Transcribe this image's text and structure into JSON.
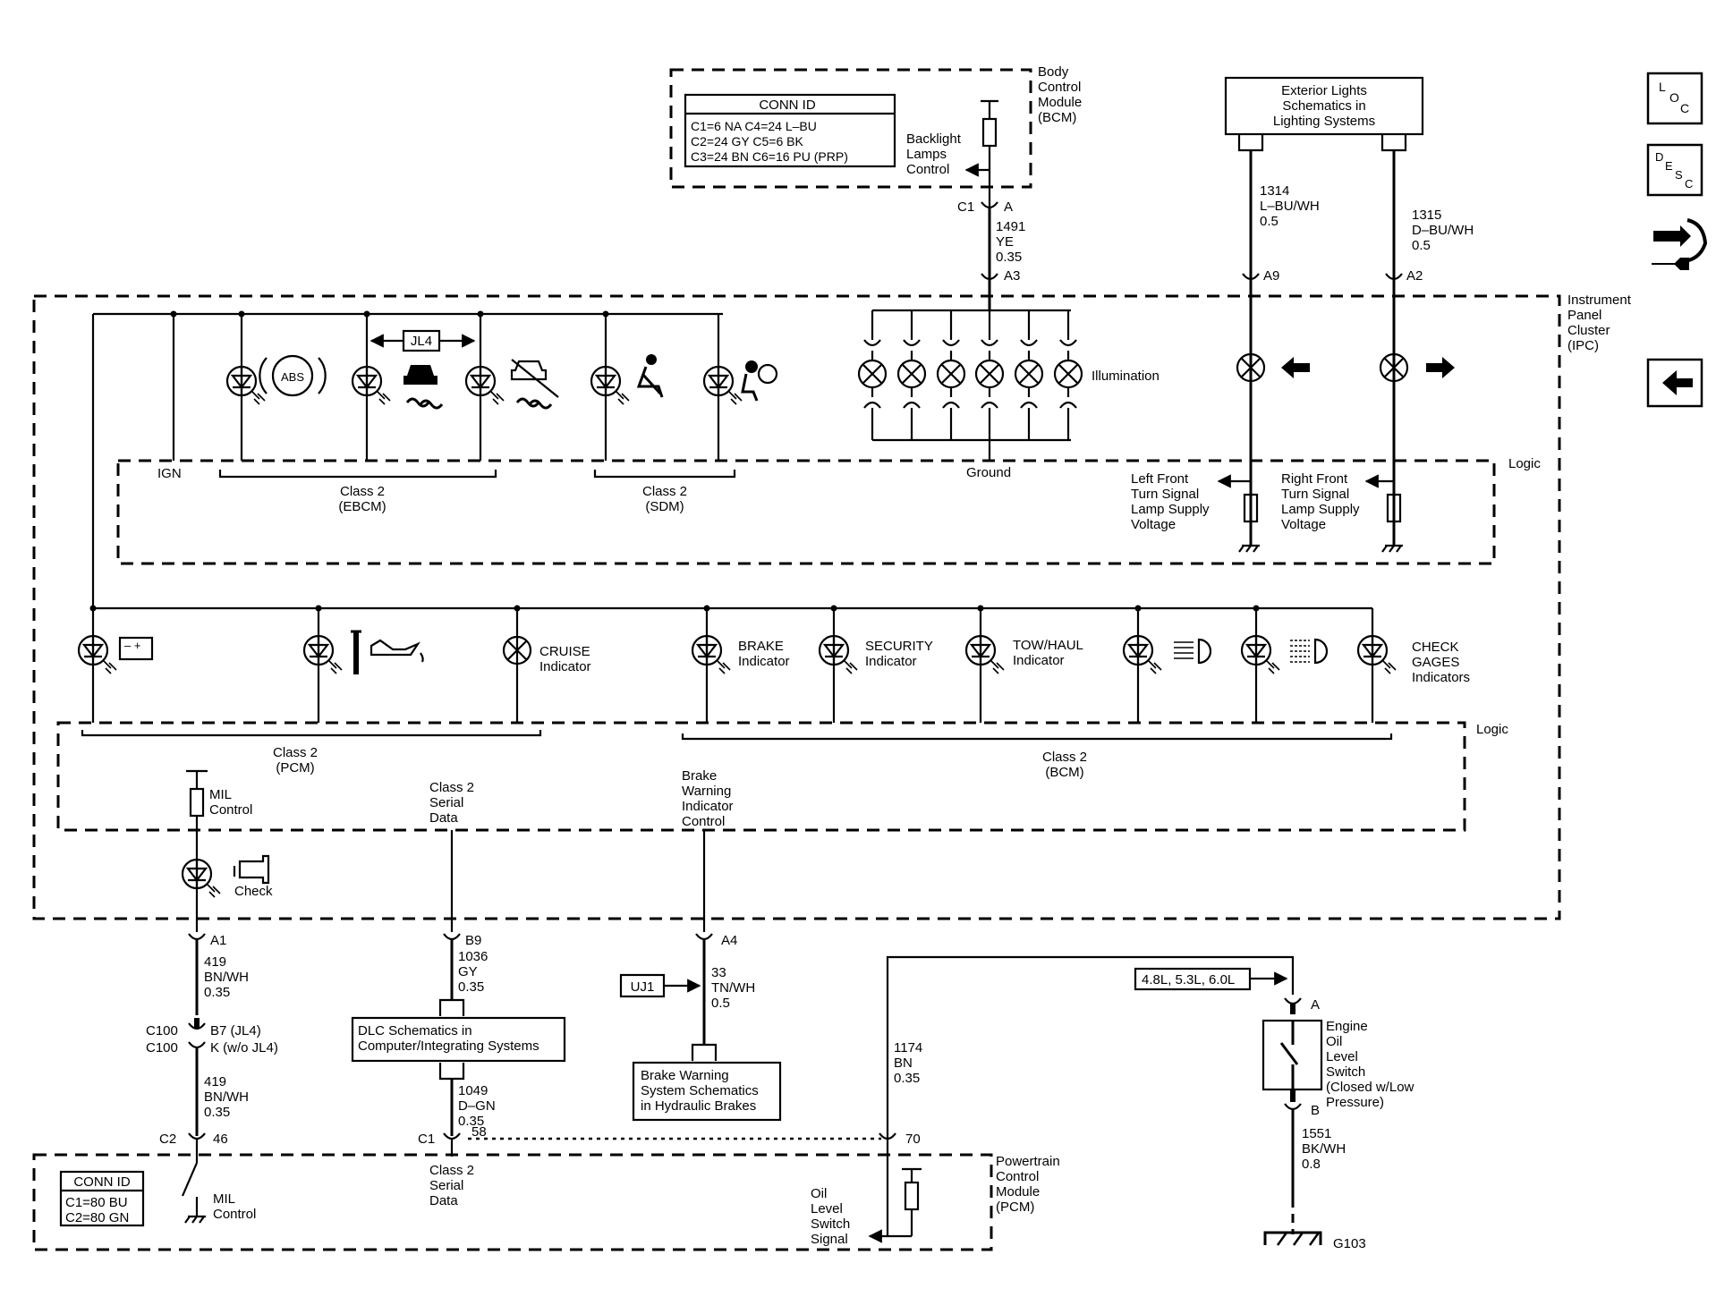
{
  "bcm": {
    "title": [
      "Body",
      "Control",
      "Module",
      "(BCM)"
    ],
    "conn_id_title": "CONN ID",
    "conn_rows": [
      "C1=6 NA      C4=24 L–BU",
      "C2=24 GY    C5=6 BK",
      "C3=24 BN     C6=16 PU (PRP)"
    ],
    "backlight": [
      "Backlight",
      "Lamps",
      "Control"
    ],
    "c1_label": "C1",
    "pin_a": "A",
    "wire": [
      "1491",
      "YE",
      "0.35"
    ],
    "pin_a3": "A3"
  },
  "exterior": {
    "box": [
      "Exterior Lights",
      "Schematics in",
      "Lighting Systems"
    ],
    "left_wire": [
      "1314",
      "L–BU/WH",
      "0.5"
    ],
    "right_wire": [
      "1315",
      "D–BU/WH",
      "0.5"
    ],
    "left_pin": "A9",
    "right_pin": "A2"
  },
  "ipc": {
    "title": [
      "Instrument",
      "Panel",
      "Cluster",
      "(IPC)"
    ],
    "illumination": "Illumination",
    "ground": "Ground",
    "logic": "Logic",
    "ign": "IGN",
    "class2_ebcm": [
      "Class 2",
      "(EBCM)"
    ],
    "class2_sdm": [
      "Class 2",
      "(SDM)"
    ],
    "jl4": "JL4",
    "abs": "ABS",
    "left_turn": [
      "Left Front",
      "Turn Signal",
      "Lamp Supply",
      "Voltage"
    ],
    "right_turn": [
      "Right Front",
      "Turn Signal",
      "Lamp Supply",
      "Voltage"
    ],
    "cruise": [
      "CRUISE",
      "Indicator"
    ],
    "brake": [
      "BRAKE",
      "Indicator"
    ],
    "security": [
      "SECURITY",
      "Indicator"
    ],
    "tow": [
      "TOW/HAUL",
      "Indicator"
    ],
    "gages": [
      "CHECK",
      "GAGES",
      "Indicators"
    ],
    "class2_pcm": [
      "Class 2",
      "(PCM)"
    ],
    "class2_bcm": [
      "Class 2",
      "(BCM)"
    ],
    "mil": [
      "MIL",
      "Control"
    ],
    "check": "Check",
    "serial": [
      "Class 2",
      "Serial",
      "Data"
    ],
    "brake_warning": [
      "Brake",
      "Warning",
      "Indicator",
      "Control"
    ]
  },
  "lower": {
    "pin_a1": "A1",
    "wire_419a": [
      "419",
      "BN/WH",
      "0.35"
    ],
    "c100_1": "C100",
    "c100_1_pin": "B7 (JL4)",
    "c100_2": "C100",
    "c100_2_pin": "K (w/o JL4)",
    "wire_419b": [
      "419",
      "BN/WH",
      "0.35"
    ],
    "c2": "C2",
    "pin_46": "46",
    "pin_b9": "B9",
    "wire_1036": [
      "1036",
      "GY",
      "0.35"
    ],
    "dlc": [
      "DLC Schematics in",
      "Computer/Integrating Systems"
    ],
    "wire_1049": [
      "1049",
      "D–GN",
      "0.35"
    ],
    "c1": "C1",
    "pin_58": "58",
    "pin_a4": "A4",
    "uj1": "UJ1",
    "wire_33": [
      "33",
      "TN/WH",
      "0.5"
    ],
    "brake_box": [
      "Brake Warning",
      "System Schematics",
      "in Hydraulic Brakes"
    ],
    "wire_1174": [
      "1174",
      "BN",
      "0.35"
    ],
    "pin_70": "70",
    "engines": "4.8L, 5.3L, 6.0L",
    "switch_pin_a": "A",
    "oil_switch": [
      "Engine",
      "Oil",
      "Level",
      "Switch",
      "(Closed w/Low",
      "Pressure)"
    ],
    "switch_pin_b": "B",
    "wire_1551": [
      "1551",
      "BK/WH",
      "0.8"
    ],
    "g103": "G103"
  },
  "pcm": {
    "title": [
      "Powertrain",
      "Control",
      "Module",
      "(PCM)"
    ],
    "conn_id_title": "CONN ID",
    "conn_rows": [
      "C1=80 BU",
      "C2=80 GN"
    ],
    "mil": [
      "MIL",
      "Control"
    ],
    "serial": [
      "Class 2",
      "Serial",
      "Data"
    ],
    "oil_signal": [
      "Oil",
      "Level",
      "Switch",
      "Signal"
    ]
  },
  "nav": {
    "loc": [
      "L",
      "O",
      "C"
    ],
    "desc": [
      "D",
      "E",
      "S",
      "C"
    ]
  }
}
